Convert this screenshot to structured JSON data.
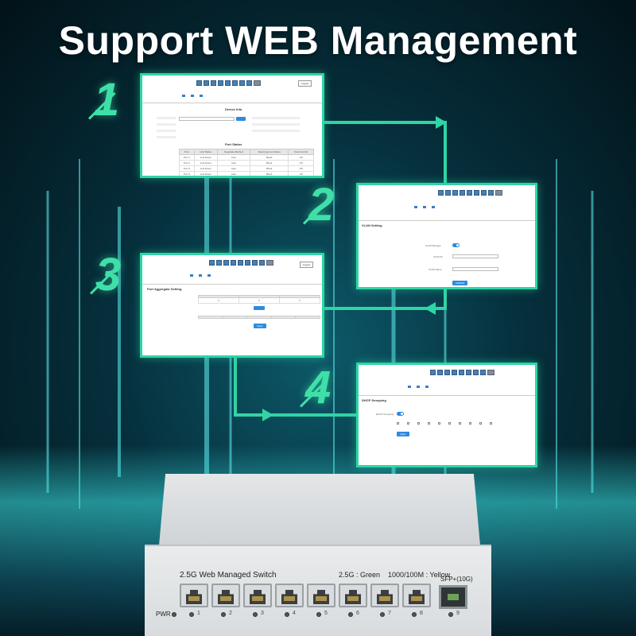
{
  "headline": "Support WEB Management",
  "steps": [
    "1",
    "2",
    "3",
    "4"
  ],
  "panel1": {
    "logout": "Logout",
    "device_info_title": "Device Info",
    "port_status_title": "Port Status",
    "port_status_headers": [
      "Port",
      "Link Status",
      "Negotiate Method",
      "Spanning-tree Status",
      "Flow Control"
    ],
    "port_status_rows": [
      [
        "Port 1",
        "Link Down",
        "Auto",
        "Block",
        "Off"
      ],
      [
        "Port 2",
        "Link Down",
        "Auto",
        "Block",
        "Off"
      ],
      [
        "Port 3",
        "Link Down",
        "Auto",
        "Block",
        "Off"
      ],
      [
        "Port 4",
        "Link Down",
        "Auto",
        "Block",
        "Off"
      ]
    ]
  },
  "panel2": {
    "title": "VLAN Setting",
    "vlan_manage_label": "VLAN Manage",
    "vlan_id_label": "VLAN ID",
    "vlan_name_label": "VLAN Name",
    "apply": "Add/Edit"
  },
  "panel3": {
    "logout": "Logout",
    "title": "Port Aggregate Setting",
    "apply": "Apply"
  },
  "panel4": {
    "title": "DHCP Snooping",
    "snooping_label": "DHCP Snooping",
    "apply": "Apply"
  },
  "device": {
    "model": "2.5G Web Managed Switch",
    "speed_legend": "2.5G : Green    1000/100M : Yellow",
    "sfp_label": "SFP+(10G)",
    "pwr": "PWR",
    "port_numbers": [
      "1",
      "2",
      "3",
      "4",
      "5",
      "6",
      "7",
      "8"
    ],
    "sfp_number": "9"
  },
  "colors": {
    "accent": "#2fd5a4",
    "background": "#06303d",
    "link_blue": "#2d8be0"
  }
}
